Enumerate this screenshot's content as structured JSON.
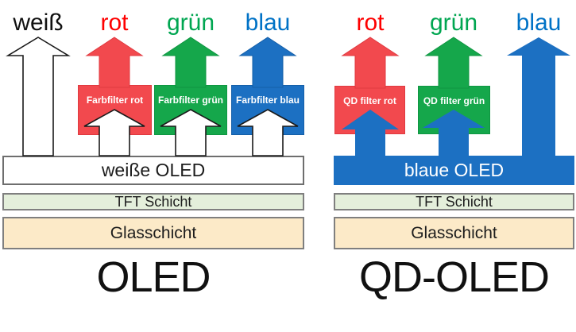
{
  "diagram": {
    "left": {
      "light_label": "weiß",
      "color_labels": [
        "rot",
        "grün",
        "blau"
      ],
      "filter_boxes": [
        "Farbfilter rot",
        "Farbfilter grün",
        "Farbfilter blau"
      ],
      "emitter_layer": "weiße OLED",
      "tft_layer": "TFT Schicht",
      "glass_layer": "Glasschicht",
      "title": "OLED"
    },
    "right": {
      "color_labels": [
        "rot",
        "grün",
        "blau"
      ],
      "filter_boxes": [
        "QD filter rot",
        "QD filter grün"
      ],
      "emitter_layer": "blaue OLED",
      "tft_layer": "TFT Schicht",
      "glass_layer": "Glasschicht",
      "title": "QD-OLED"
    },
    "colors": {
      "red": "#f2494e",
      "green": "#15a74b",
      "blue": "#1c70c2",
      "label_red": "#fe0000",
      "label_green": "#00a651",
      "label_blue": "#0072c6",
      "tft_fill": "#e4efdb",
      "glass_fill": "#fceac8"
    }
  }
}
